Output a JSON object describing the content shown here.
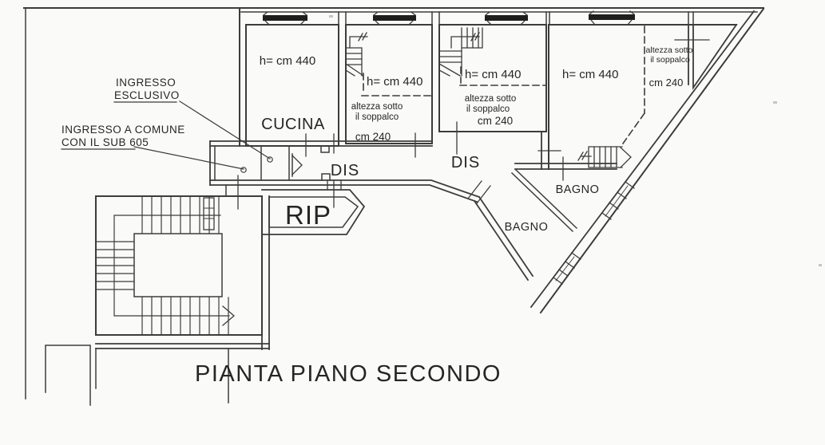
{
  "title": "PIANTA PIANO SECONDO",
  "entrance_labels": {
    "esclusivo_line1": "INGRESSO",
    "esclusivo_line2": "ESCLUSIVO",
    "comune_line1": "INGRESSO A COMUNE",
    "comune_line2": "CON IL SUB 605"
  },
  "rooms": {
    "cucina": {
      "name": "CUCINA",
      "height_note": "h= cm 440"
    },
    "soppalco_room_1": {
      "height_note": "h= cm 440",
      "mezzanine_line1": "altezza sotto",
      "mezzanine_line2": "il soppalco",
      "mezzanine_height": "cm 240"
    },
    "soppalco_room_2": {
      "height_note": "h= cm 440",
      "mezzanine_line1": "altezza sotto",
      "mezzanine_line2": "il soppalco",
      "mezzanine_height": "cm 240"
    },
    "soppalco_room_3": {
      "height_note": "h= cm 440"
    },
    "corner_room": {
      "mezzanine_line1": "altezza sotto",
      "mezzanine_line2": "il soppalco",
      "mezzanine_height": "cm 240"
    },
    "hallway_1": {
      "name": "DIS"
    },
    "hallway_2": {
      "name": "DIS"
    },
    "storage": {
      "name": "RIP"
    },
    "bathroom_1": {
      "name": "BAGNO"
    },
    "bathroom_2": {
      "name": "BAGNO"
    }
  },
  "colors": {
    "ink": "#3c3c3c",
    "paper": "#fafaf8",
    "vent_fill": "#1e1e1e"
  }
}
